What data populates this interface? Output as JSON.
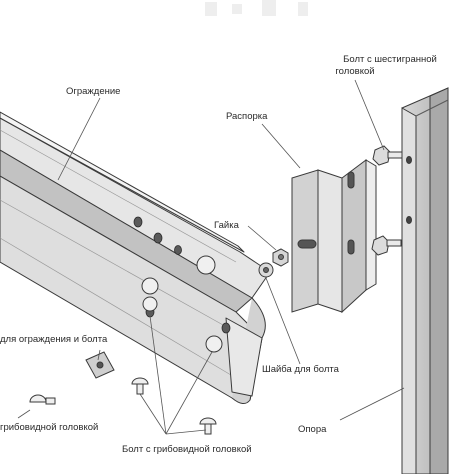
{
  "labels": {
    "guard": "Ограждение",
    "hex_bolt_line1": "Болт с шестигранной",
    "hex_bolt_line2": "головкой",
    "spacer": "Распорка",
    "nut": "Гайка",
    "washer_for_guard_and_bolt": "для ограждения и болта",
    "washer_for_bolt": "Шайба для болта",
    "mushroom_head_fragment": "грибовидной головкой",
    "mushroom_head_bolt": "Болт с грибовидной головкой",
    "post": "Опора"
  },
  "colors": {
    "line": "#3a3a3a",
    "metal_light": "#e4e4e4",
    "metal_mid": "#cfcfcf",
    "metal_dark": "#a8a8a8",
    "label": "#2a2a2a"
  }
}
